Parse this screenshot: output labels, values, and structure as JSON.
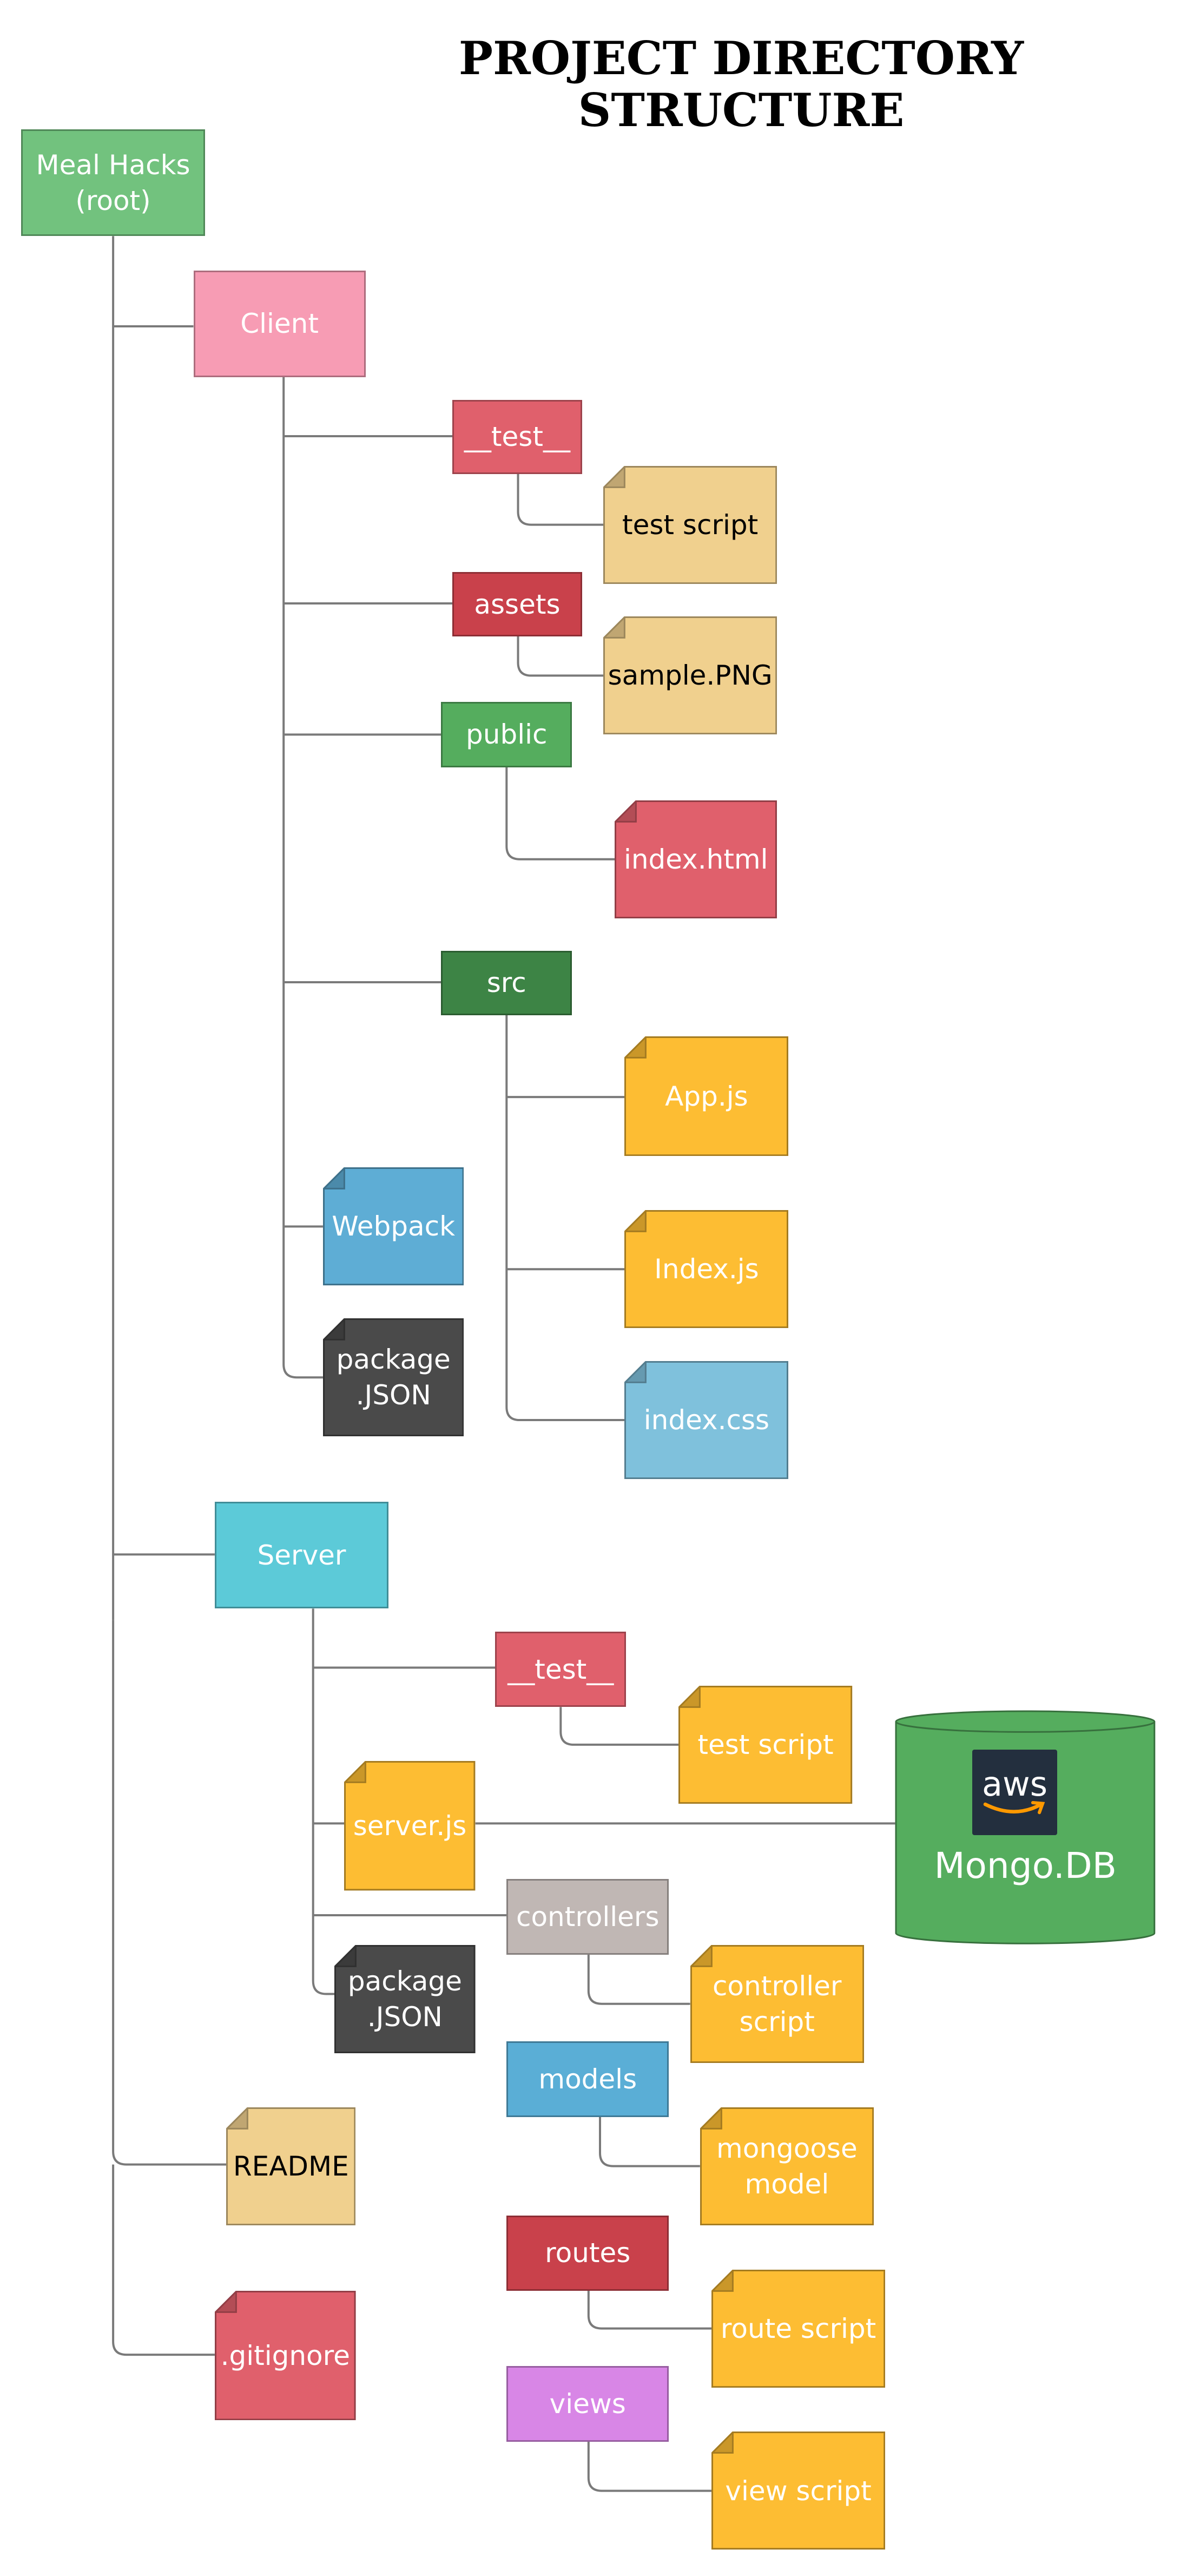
{
  "title": "PROJECT DIRECTORY STRUCTURE",
  "colors": {
    "root_green": "#72c27e",
    "client_pink": "#f79cb4",
    "test_red": "#e0606c",
    "assets_red": "#c9414b",
    "public_green": "#55ad5e",
    "src_green": "#3d8445",
    "file_tan": "#f0d08e",
    "file_amber": "#fdbd33",
    "file_blue": "#5eadd5",
    "file_lightblue": "#7fc1dc",
    "file_dark": "#4a4a4a",
    "server_cyan": "#5ccad8",
    "controllers_gray": "#c0b7b4",
    "models_blue": "#5aaed6",
    "routes_red": "#c9414b",
    "views_violet": "#d886e6",
    "db_green": "#55ad5e",
    "line_gray": "#7a7a7a"
  },
  "nodes": {
    "root": "Meal Hacks\n(root)",
    "client": "Client",
    "client_test": "__test__",
    "client_test_script": "test script",
    "assets": "assets",
    "sample_png": "sample.PNG",
    "public": "public",
    "index_html": "index.html",
    "src": "src",
    "app_js": "App.js",
    "index_js": "Index.js",
    "index_css": "index.css",
    "webpack": "Webpack",
    "client_package_json": "package\n.JSON",
    "server": "Server",
    "server_test": "__test__",
    "server_test_script": "test script",
    "server_js": "server.js",
    "controllers": "controllers",
    "controller_script": "controller\nscript",
    "server_package_json": "package\n.JSON",
    "models": "models",
    "mongoose_model": "mongoose\nmodel",
    "routes": "routes",
    "route_script": "route script",
    "views": "views",
    "view_script": "view script",
    "readme": "README",
    "gitignore": ".gitignore"
  },
  "database": {
    "label": "Mongo.DB",
    "logo_text": "aws",
    "logo_icon": "aws-logo-icon"
  }
}
